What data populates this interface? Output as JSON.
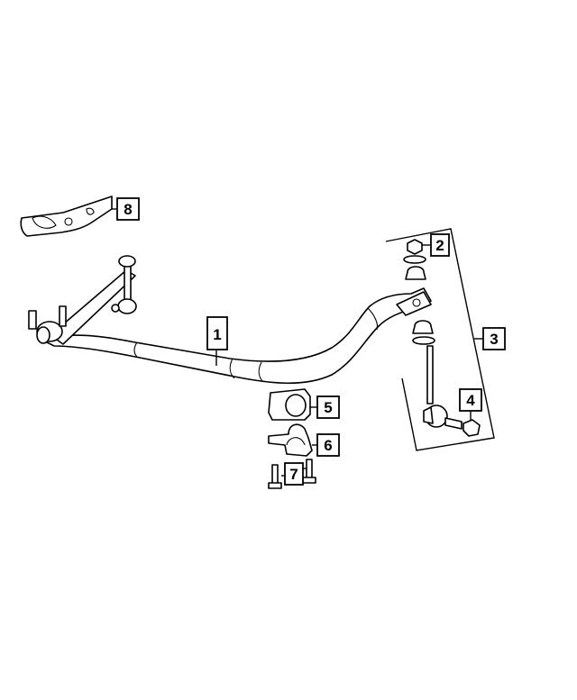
{
  "callouts": [
    {
      "id": "1",
      "label": "1",
      "part": "stabilizer-bar"
    },
    {
      "id": "2",
      "label": "2",
      "part": "nut"
    },
    {
      "id": "3",
      "label": "3",
      "part": "link-kit"
    },
    {
      "id": "4",
      "label": "4",
      "part": "nut"
    },
    {
      "id": "5",
      "label": "5",
      "part": "bushing"
    },
    {
      "id": "6",
      "label": "6",
      "part": "retainer"
    },
    {
      "id": "7",
      "label": "7",
      "part": "bolt"
    },
    {
      "id": "8",
      "label": "8",
      "part": "shield"
    }
  ]
}
